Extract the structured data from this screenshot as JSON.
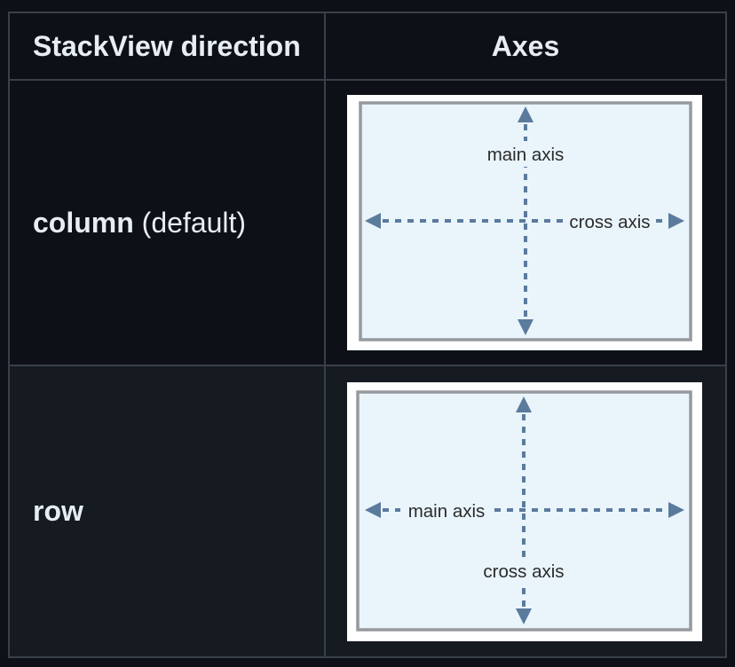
{
  "header": {
    "direction_col": "StackView direction",
    "axes_col": "Axes"
  },
  "rows": [
    {
      "direction": "column",
      "suffix": " (default)",
      "diagram": {
        "main_axis_label": "main axis",
        "cross_axis_label": "cross axis",
        "main_axis_orientation": "vertical",
        "cross_axis_orientation": "horizontal"
      }
    },
    {
      "direction": "row",
      "suffix": "",
      "diagram": {
        "main_axis_label": "main axis",
        "cross_axis_label": "cross axis",
        "main_axis_orientation": "horizontal",
        "cross_axis_orientation": "vertical"
      }
    }
  ],
  "colors": {
    "page_bg": "#0d1117",
    "row_alt_bg": "#161b22",
    "table_border": "#3a4049",
    "text": "#e6edf3",
    "diagram_margin": "#ffffff",
    "diagram_bg": "#e9f4fb",
    "diagram_frame": "#96999e",
    "axis_arrow": "#5b7b9d",
    "diagram_label_text": "#2b2b2b"
  }
}
